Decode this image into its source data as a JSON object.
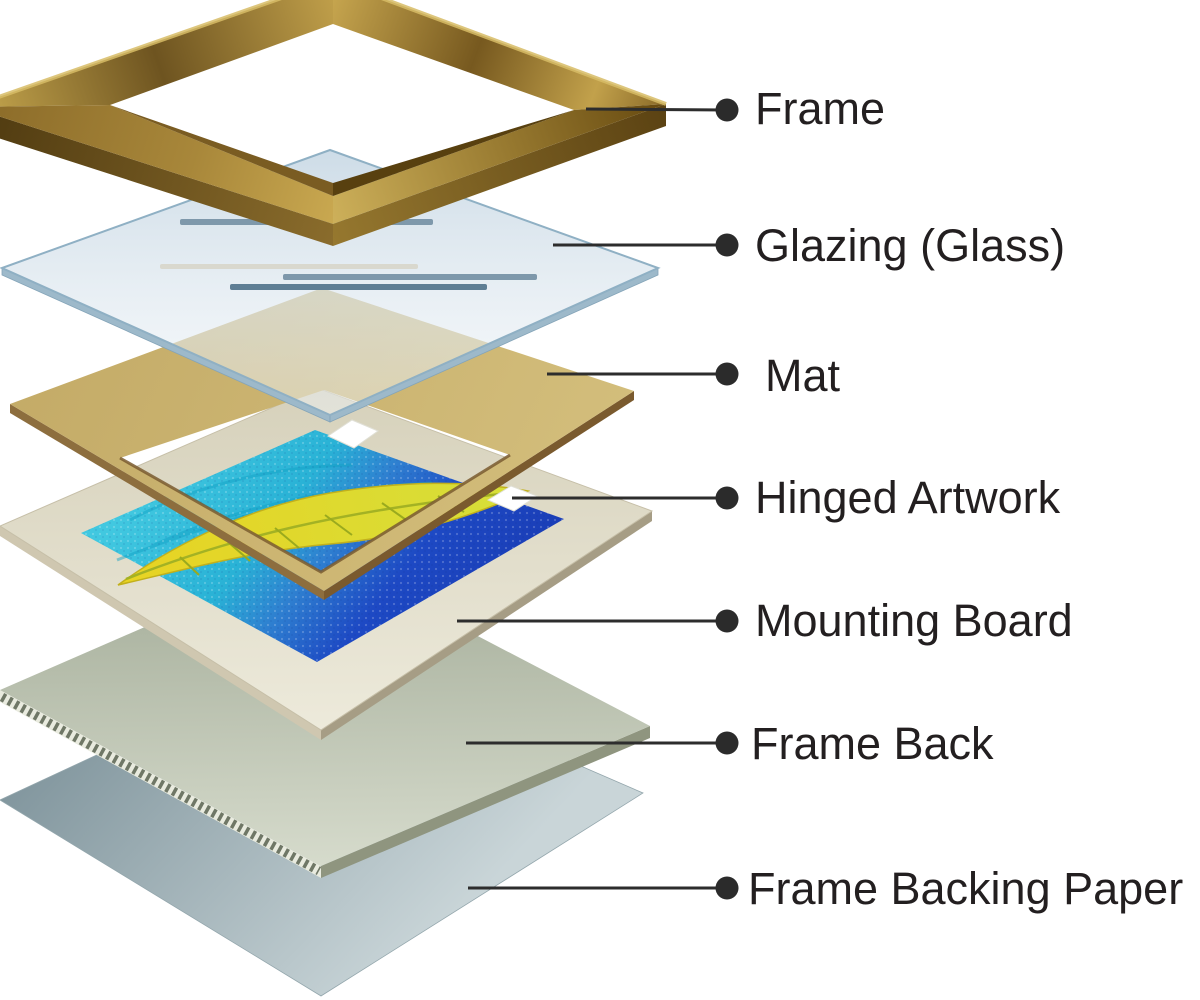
{
  "diagram": {
    "type": "exploded-view",
    "subject": "Picture frame assembly layers",
    "labels": [
      {
        "id": "frame",
        "label": "Frame"
      },
      {
        "id": "glazing",
        "label": "Glazing (Glass)"
      },
      {
        "id": "mat",
        "label": "Mat"
      },
      {
        "id": "hinged-artwork",
        "label": "Hinged Artwork"
      },
      {
        "id": "mounting-board",
        "label": "Mounting Board"
      },
      {
        "id": "frame-back",
        "label": "Frame Back"
      },
      {
        "id": "frame-backing-paper",
        "label": "Frame Backing Paper"
      }
    ],
    "colors": {
      "background": "#ffffff",
      "label_text": "#231f20",
      "leader_line": "#2d2d2d",
      "leader_dot": "#2b2b2b",
      "gold_light": "#c9a850",
      "gold_bright": "#c8a94f",
      "gold_mid": "#a8873a",
      "gold_dark": "#6e5420",
      "gold_dark2": "#77591f",
      "gold_light2": "#c2a14b",
      "gold_mid2": "#8a6a28",
      "gold_pale": "#cdb05a",
      "gold_deep": "#66490f",
      "gold_shadow": "#4f3a10",
      "gold_side": "#8a6c2c",
      "gold_side2": "#96782f",
      "gold_side_deep": "#5c4313",
      "gold_inner_left": "#7a5c22",
      "gold_inner_right": "#58400f",
      "gold_edge_highlight": "#d7bc66",
      "glass_base": "#c9d9e5",
      "glass_light": "#eef3f7",
      "glass_edge": "#8fb0c4",
      "glass_side": "#9db9ca",
      "streak_slate": "#7e98ab",
      "streak_light": "#d9d8ce",
      "streak_dark": "#5e7e94",
      "mat_base": "#c3aa66",
      "mat_light": "#d5c07e",
      "mat_edge_left": "#8d6e3e",
      "mat_edge_right": "#7a5a2e",
      "mat_bevel": "#7a5c30",
      "board_base": "#d6d1bb",
      "board_light": "#edeadb",
      "board_side_left": "#cfc7b0",
      "board_side_right": "#a69d85",
      "art_cyan": "#41c8e0",
      "art_teal": "#29b2d6",
      "art_mid": "#2e7fd0",
      "art_blue": "#1d49c4",
      "art_deep_blue": "#1a3db6",
      "leaf_yellow": "#e8d322",
      "leaf_green": "#d6df3a",
      "leaf_vein": "#a3b224",
      "hinge_tab": "#ffffff",
      "back_base": "#a2ab97",
      "back_light": "#d6dbcc",
      "back_side": "#8f957f",
      "back_corrugation_base": "#e9ebdf",
      "back_corrugation": "#6f7766",
      "backing_dark": "#7e939b",
      "backing_light": "#c9d5d8"
    }
  }
}
